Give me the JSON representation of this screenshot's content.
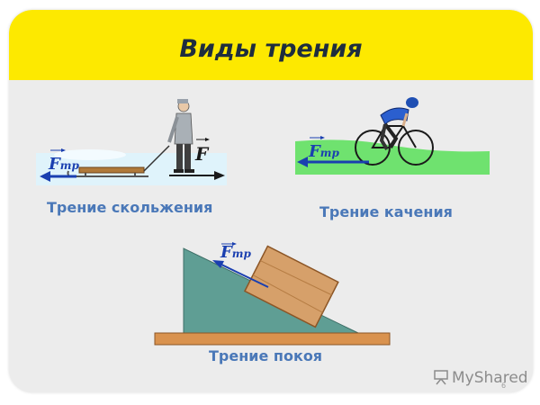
{
  "title": "Виды трения",
  "panels": {
    "sliding": {
      "caption": "Трение скольжения",
      "friction_label": "F",
      "friction_subscript": "тр",
      "force_label": "F"
    },
    "rolling": {
      "caption": "Трение качения",
      "friction_label": "F",
      "friction_subscript": "тр"
    },
    "static": {
      "caption": "Трение покоя",
      "friction_label": "F",
      "friction_subscript": "тр"
    }
  },
  "watermark": "MyShared",
  "page_number": "6",
  "colors": {
    "title_bar": "#fde900",
    "title_text": "#1e2d3e",
    "caption_text": "#4a78b8",
    "vector_blue": "#1a3fb0",
    "ground_green": "#6fe26f",
    "incline": "#5f9e94",
    "plank": "#d9924e"
  }
}
